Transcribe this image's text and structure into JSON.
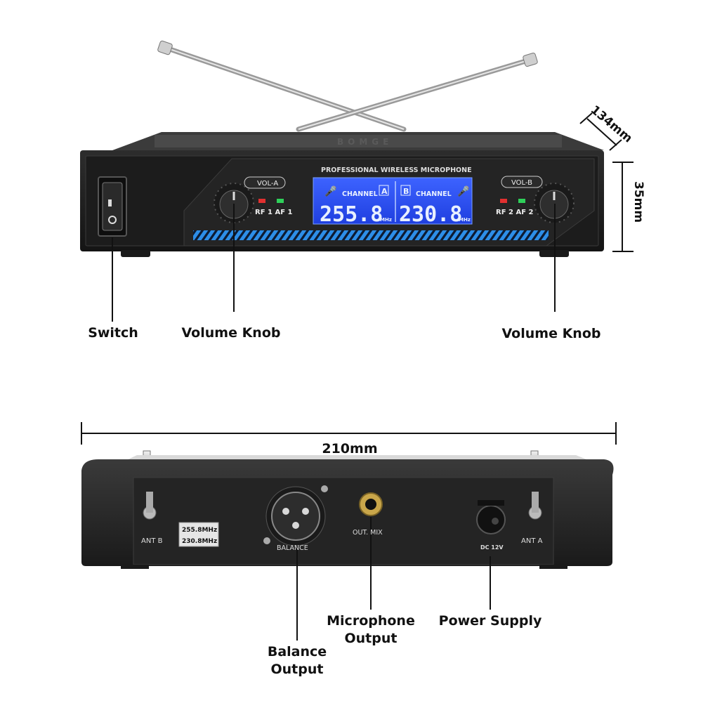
{
  "front": {
    "panel_title": "PROFESSIONAL WIRELESS MICROPHONE",
    "vol_a": "VOL-A",
    "vol_b": "VOL-B",
    "rf1_af1": "RF 1 AF 1",
    "rf2_af2": "RF 2 AF 2",
    "channel_a": {
      "label": "CHANNEL",
      "letter": "A",
      "freq": "255.8",
      "unit": "MHz"
    },
    "channel_b": {
      "label": "CHANNEL",
      "letter": "B",
      "freq": "230.8",
      "unit": "MHz"
    }
  },
  "rear": {
    "ant_b": "ANT  B",
    "ant_a": "ANT  A",
    "freq_sticker": [
      "255.8MHz",
      "230.8MHz"
    ],
    "balance": "BALANCE",
    "out_mix": "OUT. MIX",
    "dc": "DC 12V"
  },
  "dimensions": {
    "depth": "134mm",
    "height": "35mm",
    "width": "210mm"
  },
  "callouts": {
    "switch": "Switch",
    "volume_knob_left": "Volume Knob",
    "volume_knob_right": "Volume Knob",
    "microphone_output": [
      "Microphone",
      "Output"
    ],
    "power_supply": "Power Supply",
    "balance_output": [
      "Balance",
      "Output"
    ]
  }
}
